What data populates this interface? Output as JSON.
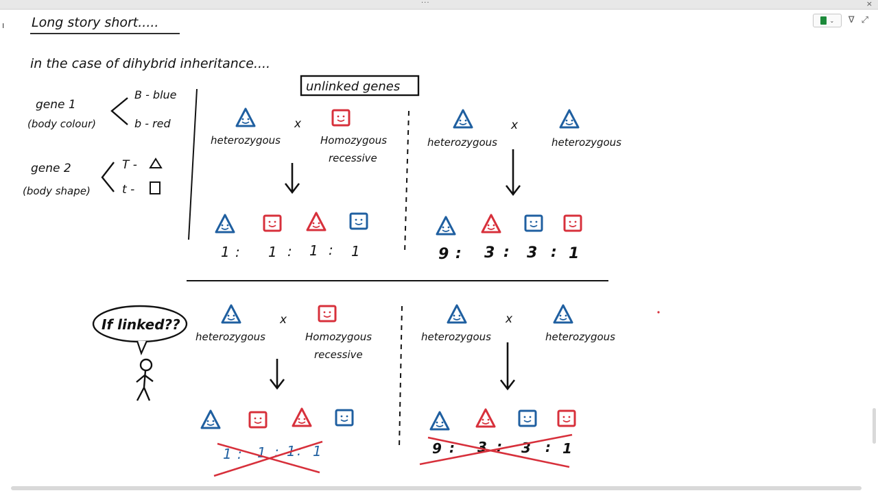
{
  "window": {
    "grip": "···",
    "close": "×"
  },
  "toolbar": {
    "pen_icon": "pen-swatch-icon",
    "pen_color": "#1c8a3a",
    "dropdown": "⌄",
    "filter": "∇",
    "expand": "⤢"
  },
  "left_mark": "ı",
  "colors": {
    "blue": "#1f5fa0",
    "red": "#d7303b",
    "ink": "#111111"
  },
  "notes": {
    "title": "Long story short.....",
    "subtitle": "in the case of dihybrid inheritance....",
    "gene1": {
      "name": "gene 1",
      "trait": "(body colour)",
      "allele_dom": "B - blue",
      "allele_rec": "b - red"
    },
    "gene2": {
      "name": "gene 2",
      "trait": "(body shape)",
      "allele_dom": "T -",
      "allele_rec": "t -"
    },
    "unlinked_box": "unlinked genes",
    "cross_symbol": "x",
    "heterozygous": "heterozygous",
    "homozygous": "Homozygous",
    "recessive": "recessive",
    "speech": "If linked??",
    "ratio_test": [
      "1",
      ":",
      "1",
      ":",
      "1",
      ":",
      "1"
    ],
    "ratio_dihybrid": [
      "9",
      ":",
      "3",
      ":",
      "3",
      ":",
      "1"
    ]
  }
}
